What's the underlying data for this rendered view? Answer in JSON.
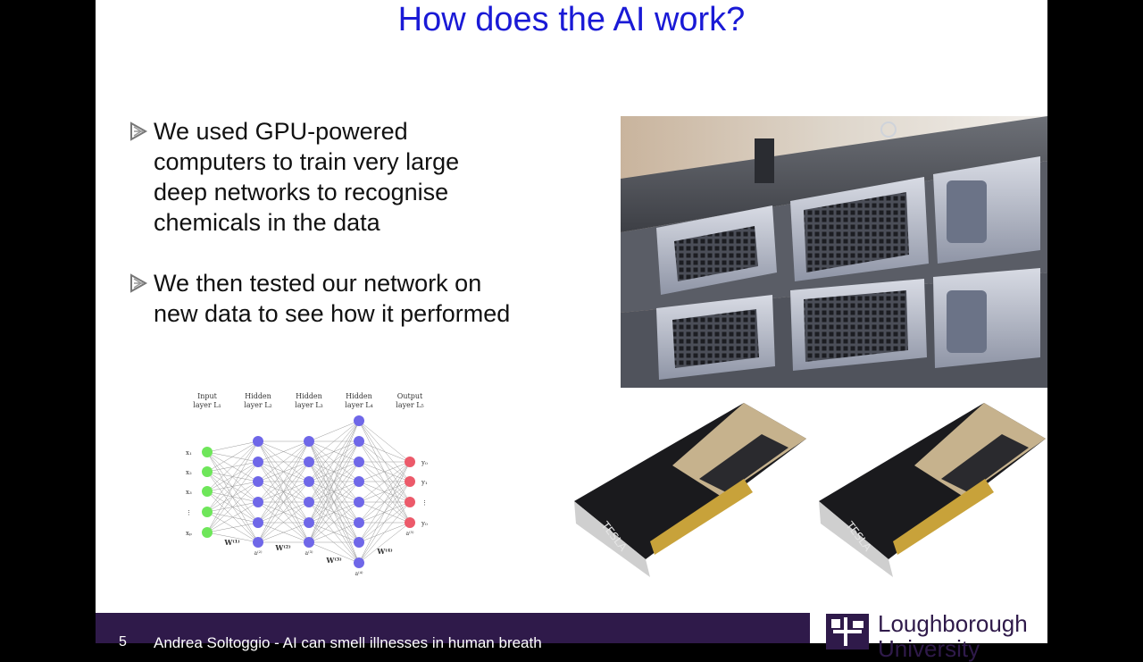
{
  "slide": {
    "title": "How does the AI work?",
    "bullets": [
      "We used GPU-powered computers to train very large deep networks to recognise chemicals in the data",
      "We then tested our network on new data to see how it performed"
    ]
  },
  "network_diagram": {
    "layers": [
      {
        "name": "Input",
        "sub": "layer L₁"
      },
      {
        "name": "Hidden",
        "sub": "layer L₂"
      },
      {
        "name": "Hidden",
        "sub": "layer L₃"
      },
      {
        "name": "Hidden",
        "sub": "layer L₄"
      },
      {
        "name": "Output",
        "sub": "layer L₅"
      }
    ],
    "inputs": [
      "x₁",
      "x₂",
      "x₃",
      "⋮",
      "xₚ"
    ],
    "outputs": [
      "y₀",
      "y₁",
      "⋮",
      "y₀"
    ],
    "weights": [
      "W⁽¹⁾",
      "W⁽²⁾",
      "W⁽³⁾",
      "W⁽⁴⁾"
    ],
    "activations": [
      "a⁽²⁾",
      "a⁽³⁾",
      "a⁽⁴⁾",
      "a⁽⁵⁾"
    ],
    "colors": {
      "input": "#6ee65a",
      "hidden": "#6f67e8",
      "output": "#ec5a6a"
    }
  },
  "gpu_label": "TESLA",
  "footer": {
    "page_number": "5",
    "text": "Andrea Soltoggio - AI can smell illnesses in human breath"
  },
  "logo": {
    "line1": "Loughborough",
    "line2": "University"
  },
  "colors": {
    "title": "#1a1ad6",
    "footer_bg": "#2f1a4a",
    "brand": "#2f1a4a"
  }
}
